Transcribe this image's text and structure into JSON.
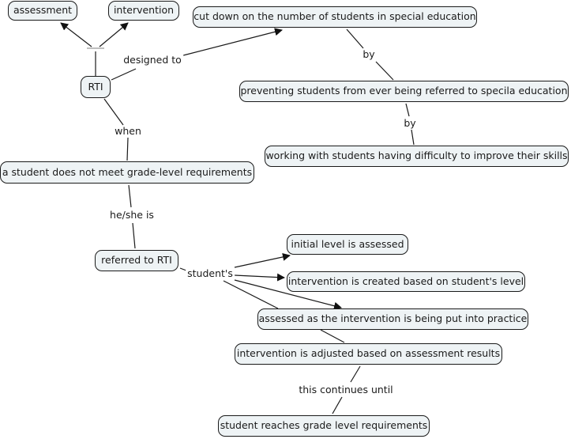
{
  "diagram": {
    "type": "concept-map",
    "colors": {
      "node_fill": "#eef3f5",
      "node_border": "#1a1a1a",
      "line": "#1a1a1a"
    },
    "nodes": {
      "assessment": "assessment",
      "intervention": "intervention",
      "rti": "RTI",
      "cut_down": "cut down on the number of students in special education",
      "preventing": "preventing students from ever being referred to specila education",
      "working": "working with students having difficulty to improve their skills",
      "student_not_meet": "a student does not meet grade-level requirements",
      "referred": "referred to RTI",
      "initial_level": "initial level is assessed",
      "intervention_created": "intervention is created based on student's level",
      "assessed_practice": "assessed as the intervention is being put into practice",
      "intervention_adjusted": "intervention is adjusted based on assessment results",
      "student_reaches": "student reaches grade level requirements"
    },
    "link_labels": {
      "designed_to": "designed to",
      "by_1": "by",
      "by_2": "by",
      "when": "when",
      "he_she_is": "he/she is",
      "students": "student's",
      "this_continues_until": "this continues until"
    }
  }
}
